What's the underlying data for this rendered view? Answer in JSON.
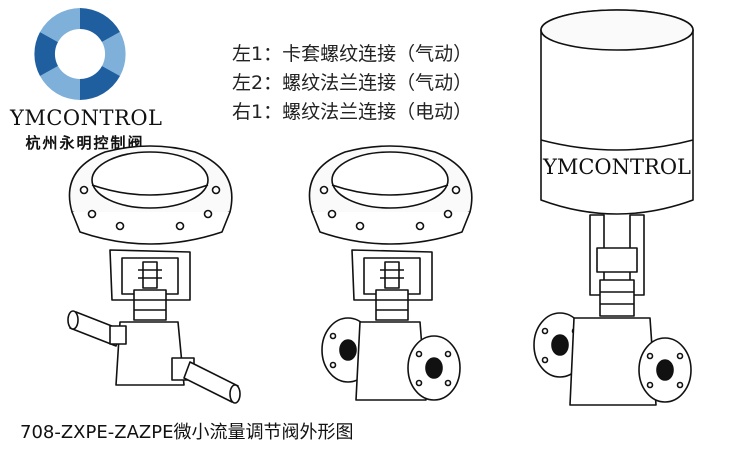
{
  "logo": {
    "brand": "YMCONTROL",
    "company_cn": "杭州永明控制阀",
    "colors": {
      "blue_dark": "#1f5fa0",
      "blue_light": "#7fb0da"
    }
  },
  "legend": {
    "lines": [
      "左1：卡套螺纹连接（气动）",
      "左2：螺纹法兰连接（气动）",
      "右1：螺纹法兰连接（电动）"
    ]
  },
  "actuator_label": "YMCONTROL",
  "caption": "708-ZXPE-ZAZPE微小流量调节阀外形图"
}
